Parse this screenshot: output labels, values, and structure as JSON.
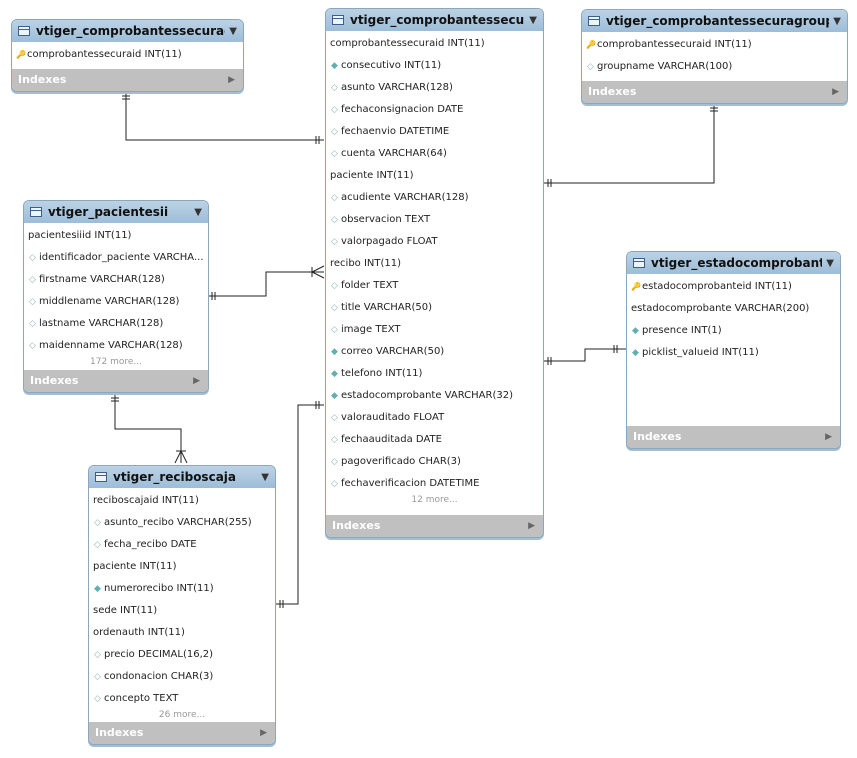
{
  "tables": [
    {
      "id": "t1",
      "name": "vtiger_comprobantessecuracf",
      "columns": [
        {
          "icon": "key",
          "text": "comprobantessecuraid INT(11)"
        }
      ],
      "more": "",
      "indexes": "Indexes"
    },
    {
      "id": "t2",
      "name": "vtiger_comprobantessecura",
      "columns": [
        {
          "icon": "",
          "text": "comprobantessecuraid INT(11)"
        },
        {
          "icon": "dia",
          "text": "consecutivo INT(11)"
        },
        {
          "icon": "diao",
          "text": "asunto VARCHAR(128)"
        },
        {
          "icon": "diao",
          "text": "fechaconsignacion DATE"
        },
        {
          "icon": "diao",
          "text": "fechaenvio DATETIME"
        },
        {
          "icon": "diao",
          "text": "cuenta VARCHAR(64)"
        },
        {
          "icon": "",
          "text": "paciente INT(11)"
        },
        {
          "icon": "diao",
          "text": "acudiente VARCHAR(128)"
        },
        {
          "icon": "diao",
          "text": "observacion TEXT"
        },
        {
          "icon": "diao",
          "text": "valorpagado FLOAT"
        },
        {
          "icon": "",
          "text": "recibo INT(11)"
        },
        {
          "icon": "diao",
          "text": "folder TEXT"
        },
        {
          "icon": "diao",
          "text": "title VARCHAR(50)"
        },
        {
          "icon": "diao",
          "text": "image TEXT"
        },
        {
          "icon": "dia",
          "text": "correo VARCHAR(50)"
        },
        {
          "icon": "dia",
          "text": "telefono INT(11)"
        },
        {
          "icon": "dia",
          "text": "estadocomprobante VARCHAR(32)"
        },
        {
          "icon": "diao",
          "text": "valorauditado FLOAT"
        },
        {
          "icon": "diao",
          "text": "fechaauditada DATE"
        },
        {
          "icon": "diao",
          "text": "pagoverificado CHAR(3)"
        },
        {
          "icon": "diao",
          "text": "fechaverificacion DATETIME"
        }
      ],
      "more": "12 more...",
      "indexes": "Indexes"
    },
    {
      "id": "t3",
      "name": "vtiger_comprobantessecuragroup...",
      "columns": [
        {
          "icon": "key",
          "text": "comprobantessecuraid INT(11)"
        },
        {
          "icon": "diao",
          "text": "groupname VARCHAR(100)"
        }
      ],
      "more": "",
      "indexes": "Indexes"
    },
    {
      "id": "t4",
      "name": "vtiger_pacientesii",
      "columns": [
        {
          "icon": "",
          "text": "pacientesiiid INT(11)"
        },
        {
          "icon": "diao",
          "text": "identificador_paciente VARCHA..."
        },
        {
          "icon": "diao",
          "text": "firstname VARCHAR(128)"
        },
        {
          "icon": "diao",
          "text": "middlename VARCHAR(128)"
        },
        {
          "icon": "diao",
          "text": "lastname VARCHAR(128)"
        },
        {
          "icon": "diao",
          "text": "maidenname VARCHAR(128)"
        }
      ],
      "more": "172 more...",
      "indexes": "Indexes"
    },
    {
      "id": "t5",
      "name": "vtiger_estadocomprobante",
      "columns": [
        {
          "icon": "key",
          "text": "estadocomprobanteid INT(11)"
        },
        {
          "icon": "",
          "text": "estadocomprobante VARCHAR(200)"
        },
        {
          "icon": "dia",
          "text": "presence INT(1)"
        },
        {
          "icon": "dia",
          "text": "picklist_valueid INT(11)"
        }
      ],
      "more": "",
      "indexes": "Indexes"
    },
    {
      "id": "t6",
      "name": "vtiger_reciboscaja",
      "columns": [
        {
          "icon": "",
          "text": "reciboscajaid INT(11)"
        },
        {
          "icon": "diao",
          "text": "asunto_recibo VARCHAR(255)"
        },
        {
          "icon": "diao",
          "text": "fecha_recibo DATE"
        },
        {
          "icon": "",
          "text": "paciente INT(11)"
        },
        {
          "icon": "dia",
          "text": "numerorecibo INT(11)"
        },
        {
          "icon": "",
          "text": "sede INT(11)"
        },
        {
          "icon": "",
          "text": "ordenauth INT(11)"
        },
        {
          "icon": "diao",
          "text": "precio DECIMAL(16,2)"
        },
        {
          "icon": "diao",
          "text": "condonacion CHAR(3)"
        },
        {
          "icon": "diao",
          "text": "concepto TEXT"
        }
      ],
      "more": "26 more...",
      "indexes": "Indexes"
    }
  ]
}
